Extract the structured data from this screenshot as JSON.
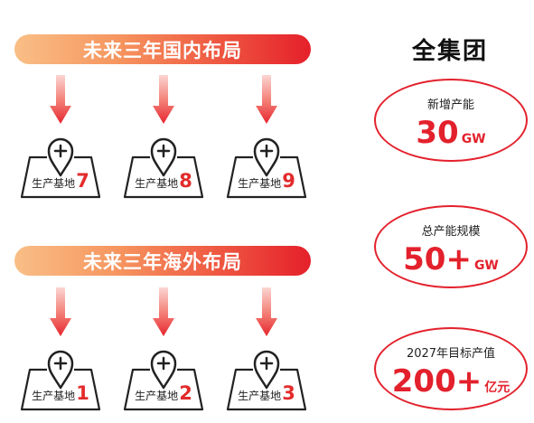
{
  "domestic": {
    "banner": "未来三年国内布局",
    "bases": [
      {
        "label": "生产基地",
        "num": "7"
      },
      {
        "label": "生产基地",
        "num": "8"
      },
      {
        "label": "生产基地",
        "num": "9"
      }
    ]
  },
  "overseas": {
    "banner": "未来三年海外布局",
    "bases": [
      {
        "label": "生产基地",
        "num": "1"
      },
      {
        "label": "生产基地",
        "num": "2"
      },
      {
        "label": "生产基地",
        "num": "3"
      }
    ]
  },
  "group": {
    "title": "全集团",
    "stats": [
      {
        "label": "新增产能",
        "value": "30",
        "unit": "GW"
      },
      {
        "label": "总产能规模",
        "value": "50+",
        "unit": "GW"
      },
      {
        "label": "2027年目标产值",
        "value": "200+",
        "unit": "亿元"
      }
    ]
  },
  "colors": {
    "accent": "#e3212c",
    "banner_start": "#f9bf86",
    "banner_end": "#e5202b"
  },
  "icons": {
    "arrow": "down-arrow-icon",
    "pin": "location-pin-plus-icon"
  }
}
